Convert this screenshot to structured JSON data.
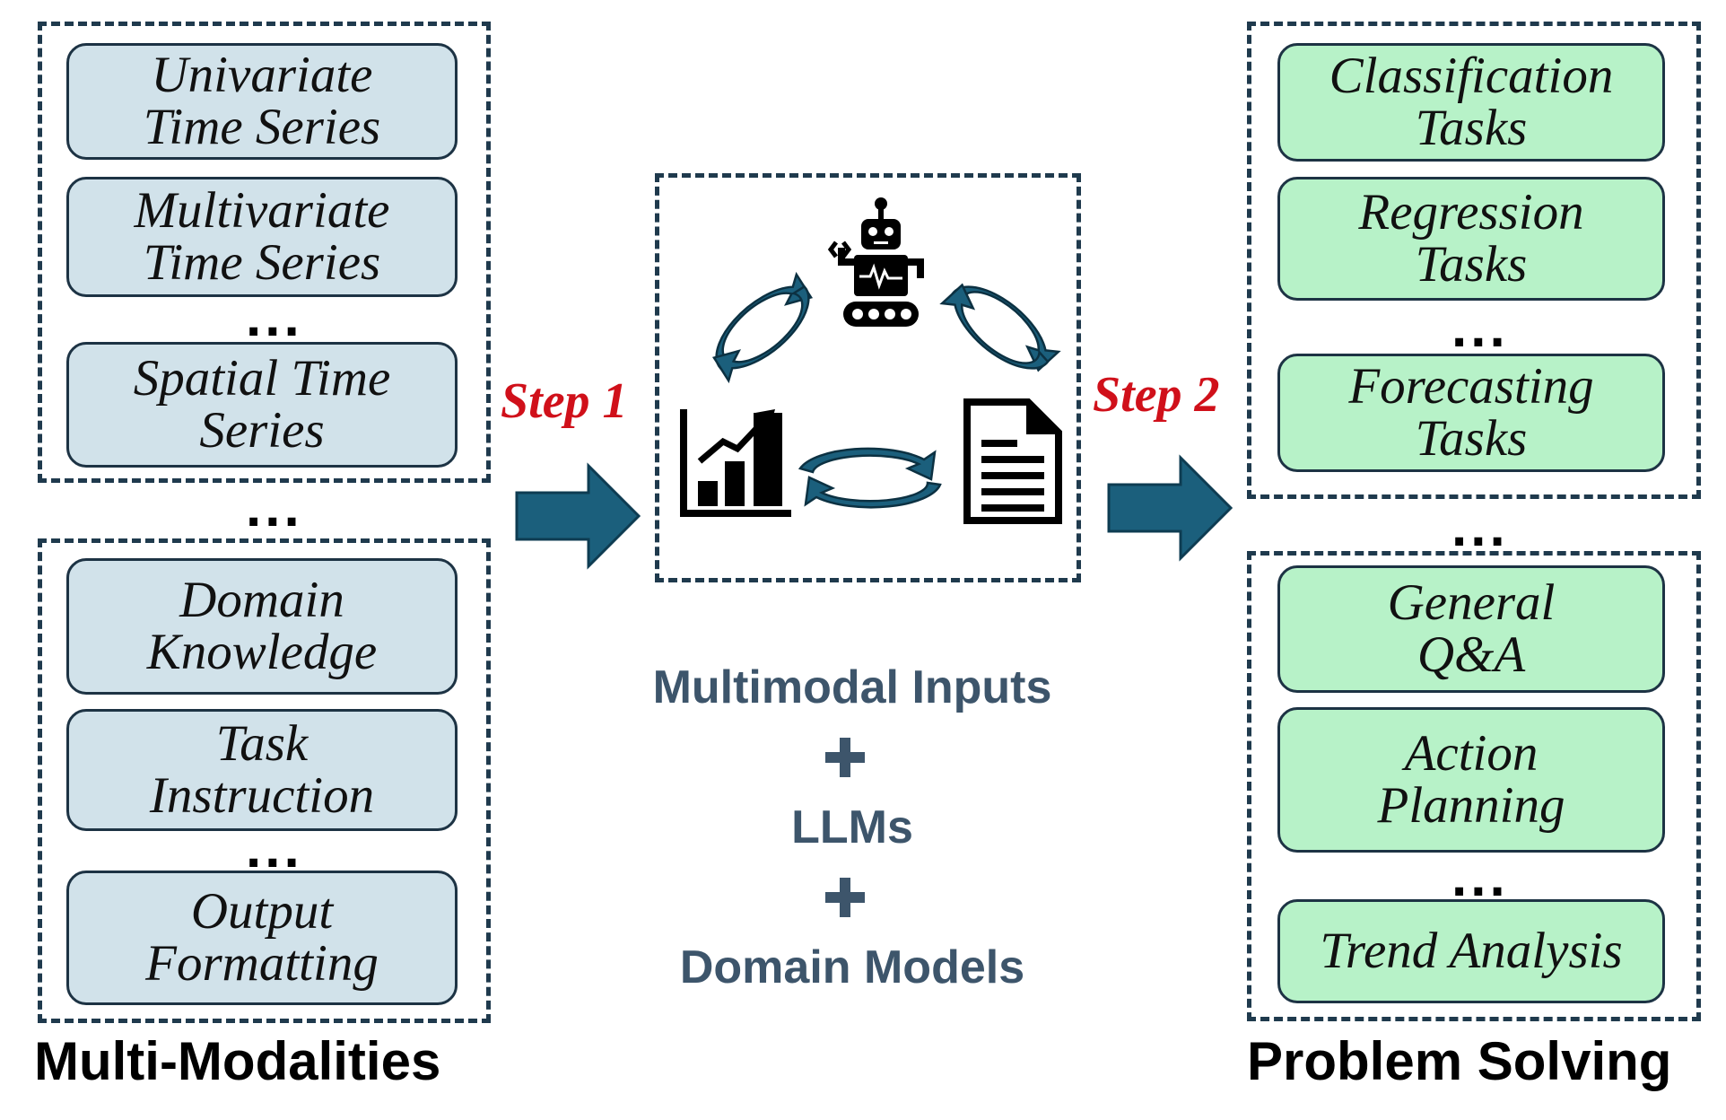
{
  "colors": {
    "input_box": "#d1e2ea",
    "output_box": "#b7f2c8",
    "arrow": "#1b5f7c",
    "step_text": "#d0101a",
    "center_text": "#3d556b",
    "border": "#1f3a4d"
  },
  "left": {
    "caption": "Multi-Modalities",
    "group1": [
      {
        "l1": "Univariate",
        "l2": "Time Series"
      },
      {
        "l1": "Multivariate",
        "l2": "Time Series"
      },
      {
        "l1": "Spatial Time",
        "l2": "Series"
      }
    ],
    "group2": [
      {
        "l1": "Domain",
        "l2": "Knowledge"
      },
      {
        "l1": "Task",
        "l2": "Instruction"
      },
      {
        "l1": "Output",
        "l2": "Formatting"
      }
    ]
  },
  "ellipsis": "...",
  "steps": {
    "step1": "Step 1",
    "step2": "Step 2"
  },
  "center": {
    "line1": "Multimodal Inputs",
    "line2": "LLMs",
    "line3": "Domain Models",
    "icons": [
      "robot-icon",
      "bar-chart-icon",
      "document-icon",
      "cycle-arrows-icon"
    ]
  },
  "right": {
    "caption": "Problem Solving",
    "group1": [
      {
        "l1": "Classification",
        "l2": "Tasks"
      },
      {
        "l1": "Regression",
        "l2": "Tasks"
      },
      {
        "l1": "Forecasting",
        "l2": "Tasks"
      }
    ],
    "group2": [
      {
        "l1": "General",
        "l2": "Q&A"
      },
      {
        "l1": "Action",
        "l2": "Planning"
      },
      {
        "l1": "Trend Analysis"
      }
    ]
  }
}
